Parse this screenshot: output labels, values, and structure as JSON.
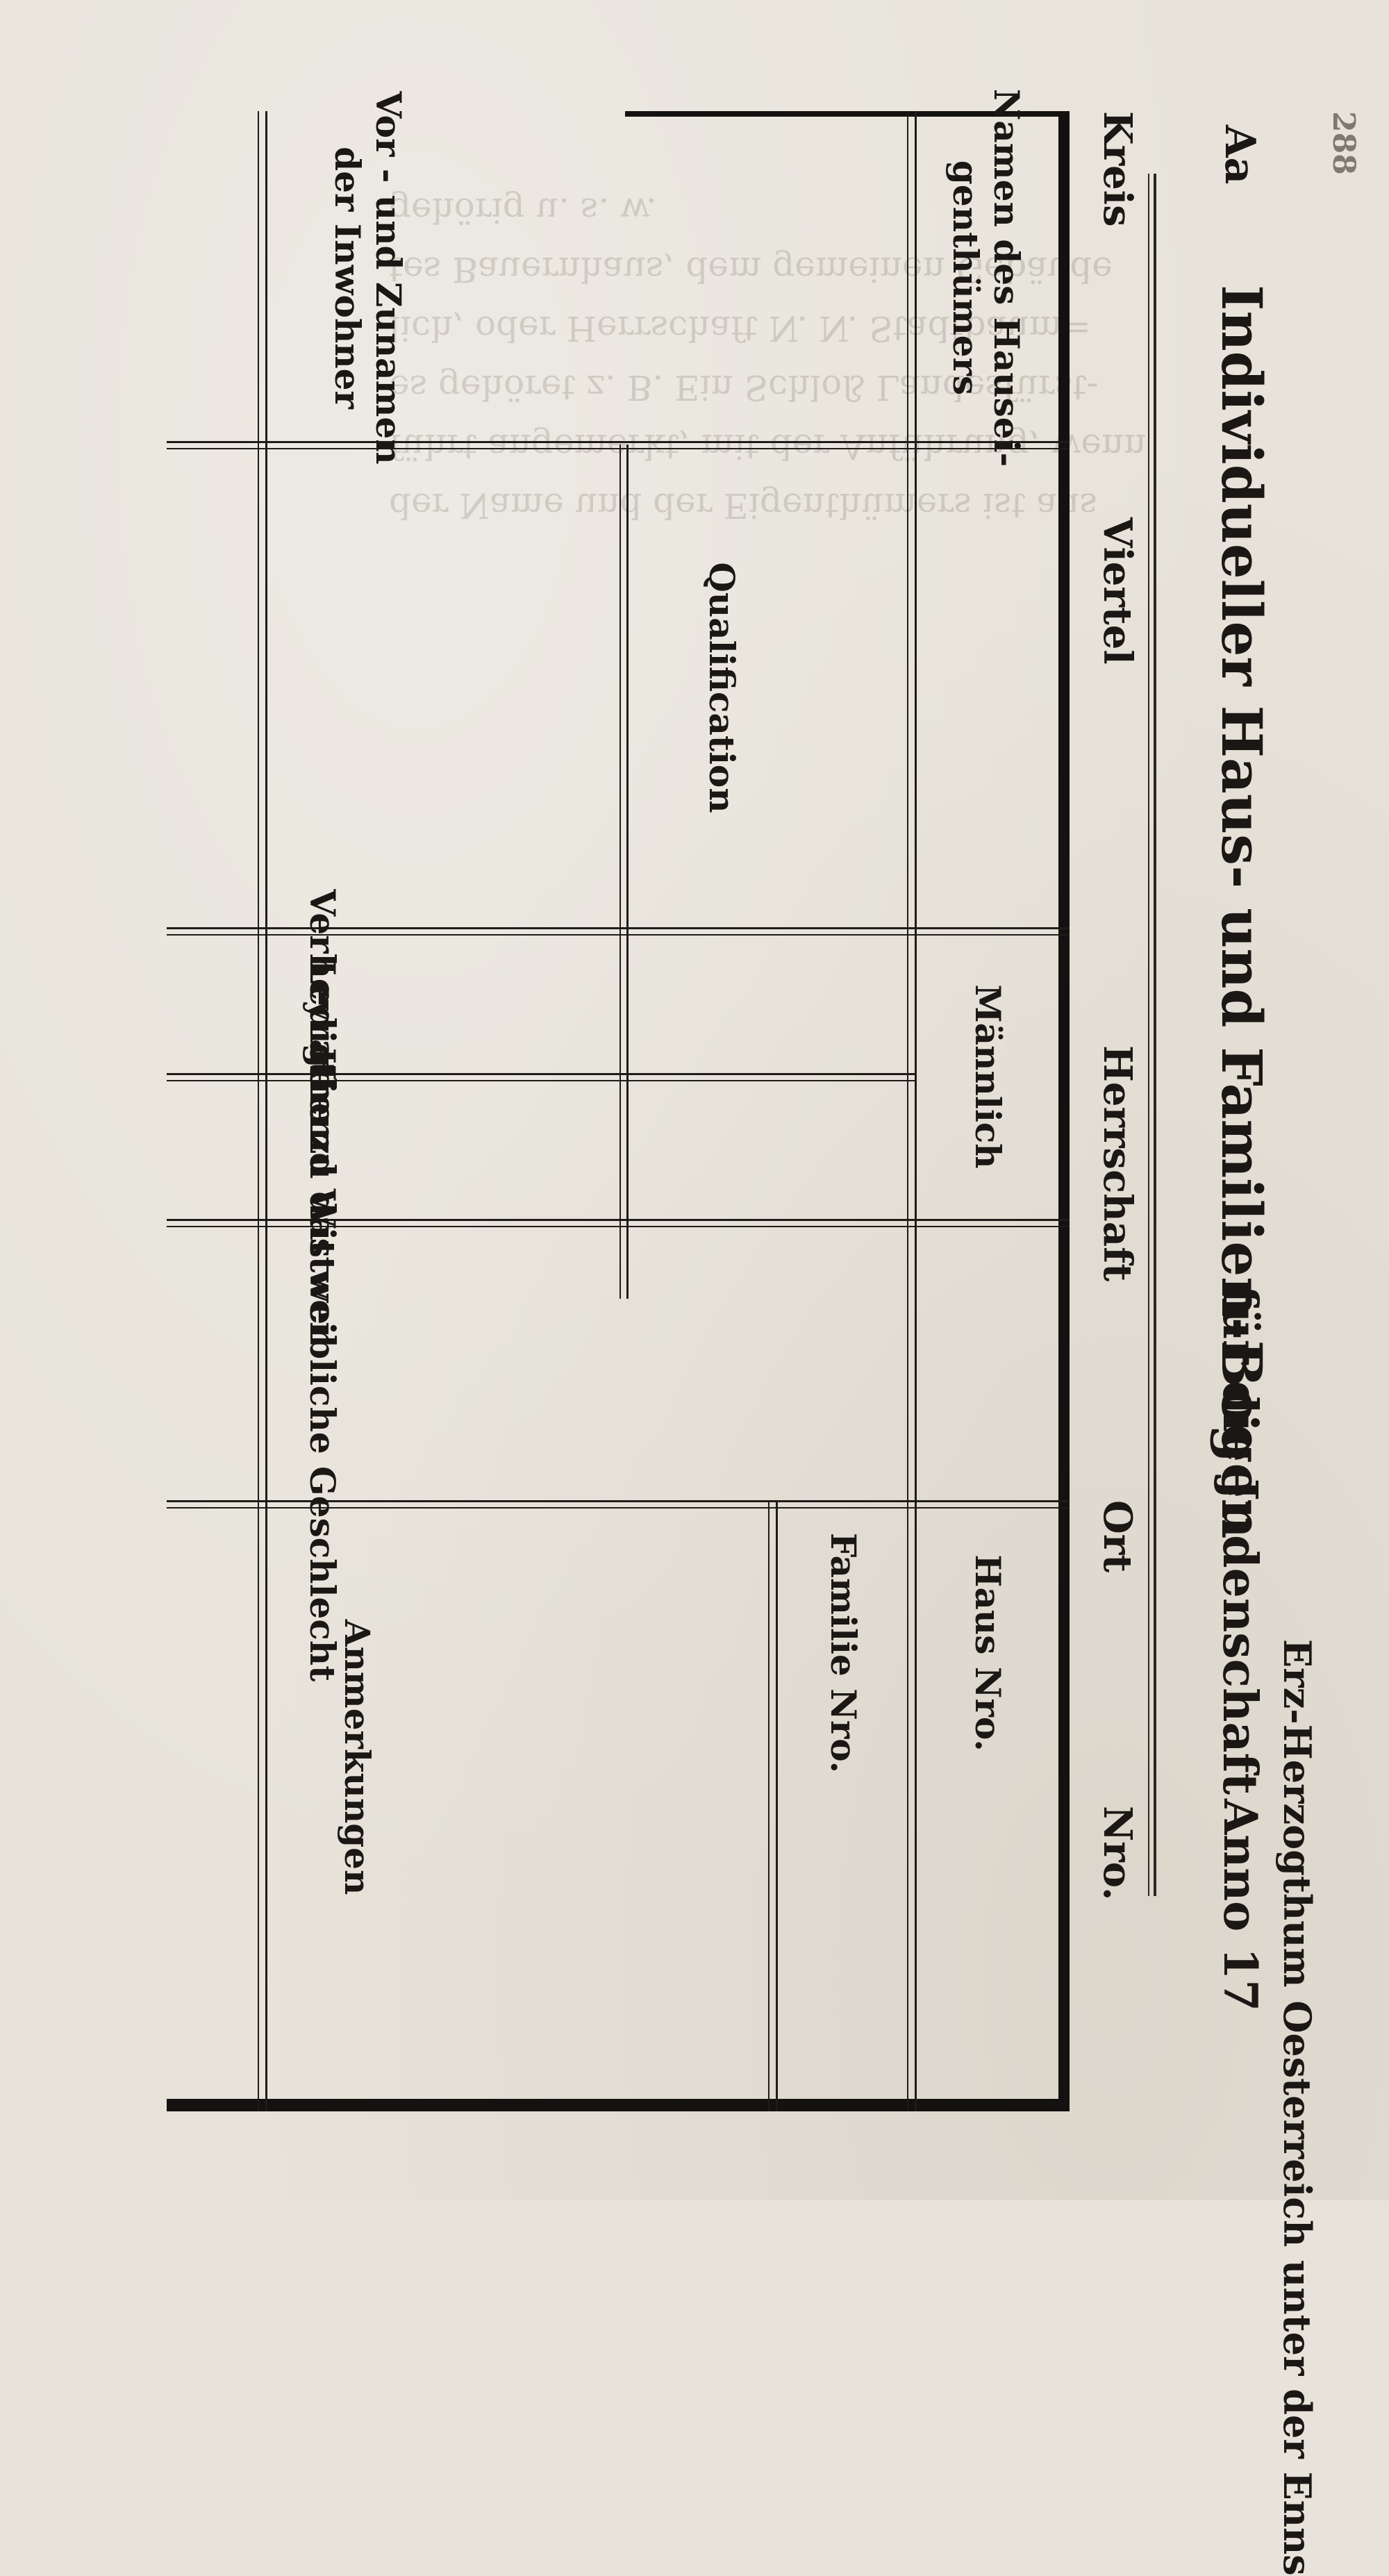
{
  "page_number": "288",
  "form": {
    "prefix": "Aa",
    "title_row1": {
      "left": "Individueller Haus- und Familien-Bogen",
      "right": "Erz-Herzogthum Oesterreich unter der Enns"
    },
    "title_row2": {
      "left": "für die Judenschaft",
      "right": "Anno 17"
    },
    "location_row": {
      "kreis": "Kreis",
      "viertel": "Viertel",
      "herrschaft": "Herrschaft",
      "ort": "Ort",
      "nro": "Nro."
    },
    "columns": {
      "owner_name": [
        "Namen des Hausei-",
        "genthümers"
      ],
      "haus_nro": "Haus Nro.",
      "familie_nro": "Familie Nro.",
      "first_last_name": [
        "Vor - und Zunamen",
        "der Inwohner"
      ],
      "qualification": "Qualification",
      "maennlich": "Männlich",
      "verheyrathe": "Verheyrathe",
      "ledige": "Ledige und Wittwer",
      "weiblich": "Hierzu das weibliche Geschlecht",
      "anmerkungen": "Anmerkungen"
    }
  },
  "bleed_through_lines": [
    "der Name und der Eigenthümers ist aus",
    "führt angemerkt, mit der Anführung, wenn",
    "es gehöret z. B. Ein Schloß Landesfürst-",
    "lich, oder Herrschaft N. N. Stadtbaum=",
    "tes Bauernhaus, dem gemeinen Gebäude",
    "gehörig u. s. w."
  ]
}
